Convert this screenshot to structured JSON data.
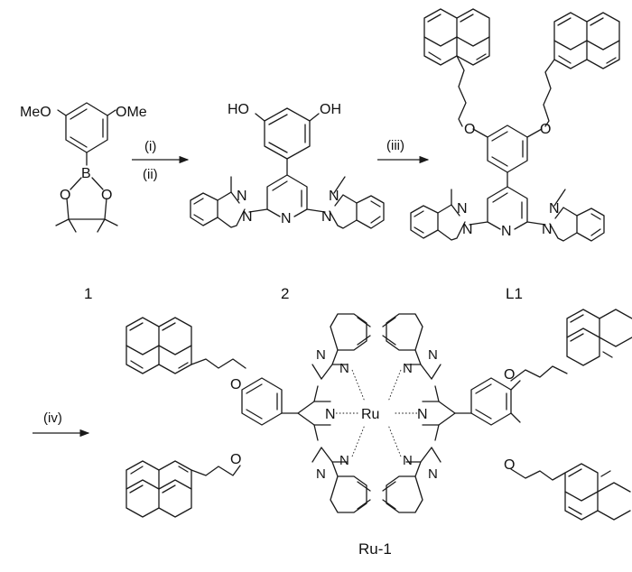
{
  "compounds": {
    "c1": "1",
    "c2": "2",
    "L1": "L1",
    "Ru1": "Ru-1"
  },
  "conditions": {
    "i": "(i)",
    "ii": "(ii)",
    "iii": "(iii)",
    "iv": "(iv)"
  },
  "atoms": {
    "MeO": "MeO",
    "OMe": "OMe",
    "HO": "HO",
    "OH": "OH",
    "B": "B",
    "O": "O",
    "N": "N",
    "Ru": "Ru"
  }
}
